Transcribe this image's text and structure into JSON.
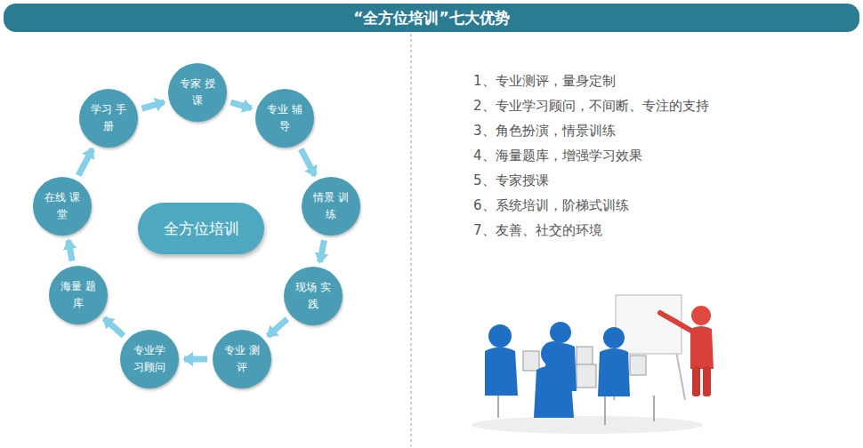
{
  "diagram": {
    "title": "“全方位培训”七大优势",
    "nodes": [
      {
        "text": [
          "专家 授课"
        ]
      },
      {
        "text": [
          "专业 辅导"
        ]
      },
      {
        "text": [
          "情景 训练"
        ]
      },
      {
        "text": [
          "现场 实践"
        ]
      },
      {
        "text": [
          "专业 测评"
        ]
      },
      {
        "text": [
          "专业学 习顾问"
        ]
      },
      {
        "text": [
          "海量 题库"
        ]
      },
      {
        "text": [
          "在线 课堂"
        ]
      },
      {
        "text": [
          "学习 手册"
        ]
      },
      {
        "text": [
          "全方位培训"
        ]
      }
    ],
    "edges": [
      {
        "from": 0,
        "to": 1,
        "arrow": "to"
      },
      {
        "from": 1,
        "to": 2,
        "arrow": "to"
      },
      {
        "from": 2,
        "to": 3,
        "arrow": "to"
      },
      {
        "from": 3,
        "to": 4,
        "arrow": "to"
      },
      {
        "from": 4,
        "to": 5,
        "arrow": "to"
      },
      {
        "from": 5,
        "to": 6,
        "arrow": "to"
      },
      {
        "from": 6,
        "to": 7,
        "arrow": "to"
      },
      {
        "from": 7,
        "to": 8,
        "arrow": "to"
      },
      {
        "from": 8,
        "to": 0,
        "arrow": "to"
      }
    ],
    "labels": [
      "1、专业测评，量身定制",
      "2、专业学习顾问，不间断、专注的支持",
      "3、角色扮演，情景训练",
      "4、海量题库，增强学习效果",
      "5、专家授课",
      "6、系统培训，阶梯式训练",
      "7、友善、社交的环境"
    ]
  }
}
